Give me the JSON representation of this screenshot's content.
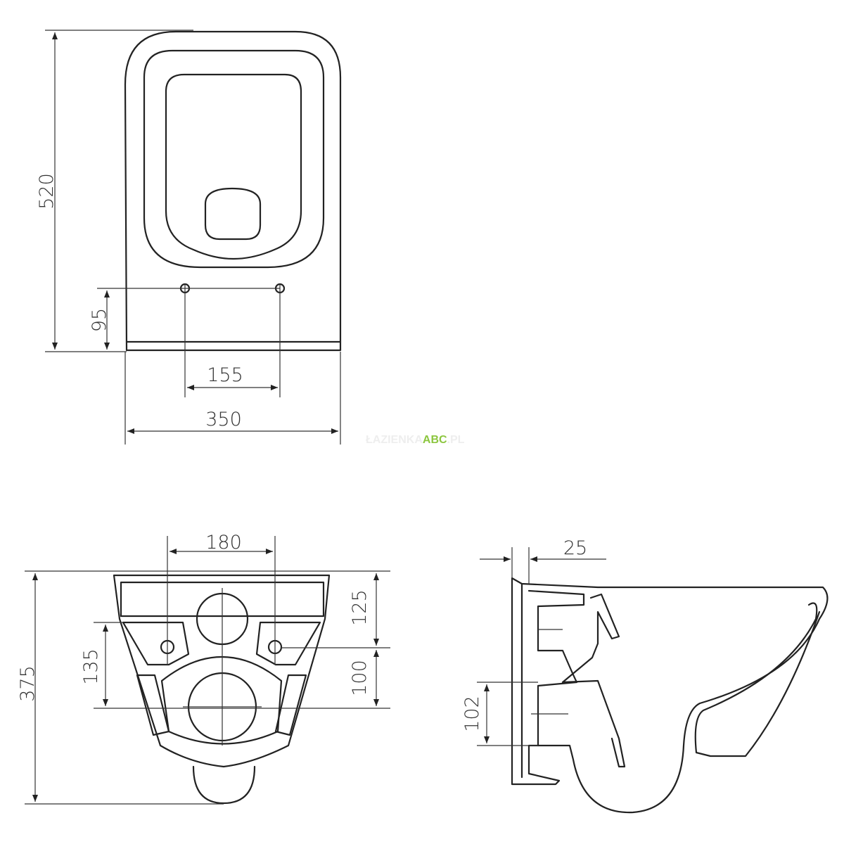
{
  "dimensions": {
    "top_view": {
      "height": "520",
      "holes_height": "95",
      "holes_spacing": "155",
      "width": "350"
    },
    "back_view": {
      "spacing": "180",
      "height": "375",
      "lower": "135",
      "upper": "125",
      "middle": "100"
    },
    "side_view": {
      "thickness": "25",
      "offset": "102"
    }
  },
  "watermark": {
    "prefix": "ŁAZIENKA",
    "brand": "ABC",
    "suffix": ".PL"
  },
  "colors": {
    "line": "#222222",
    "watermark_brand": "#8cc63f",
    "watermark_text": "#eeeeee"
  }
}
